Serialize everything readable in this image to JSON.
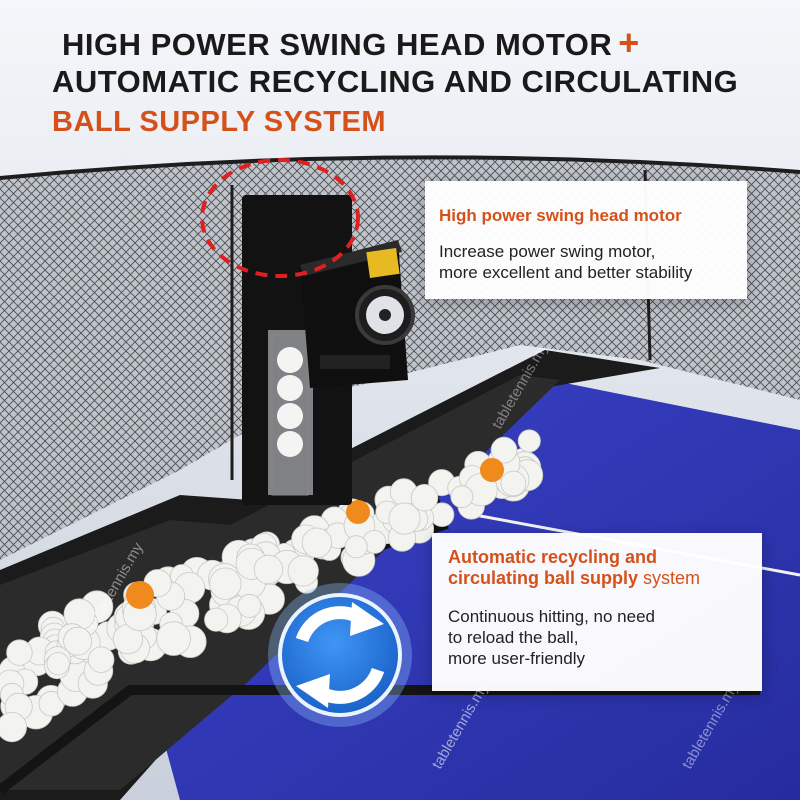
{
  "headline": {
    "line1": "HIGH POWER SWING HEAD MOTOR",
    "line1_symbol": "+",
    "line2": "AUTOMATIC RECYCLING AND CIRCULATING",
    "line3": "BALL SUPPLY SYSTEM"
  },
  "card_motor": {
    "title": "High power swing head motor",
    "body_line1": "Increase power swing motor,",
    "body_line2": "more excellent and better stability"
  },
  "card_recycle": {
    "title_line1": "Automatic recycling and",
    "title_line2_bold": "circulating ball supply",
    "title_line2_rest": " system",
    "body_line1": "Continuous hitting, no need",
    "body_line2": "to reload the ball,",
    "body_line3": "more user-friendly"
  },
  "watermark": "tabletennis.my",
  "colors": {
    "accent": "#d4521a",
    "table_blue": "#2f36b8",
    "net_dark": "#2a2a2a",
    "robot_black": "#141414",
    "ball_white": "#f3f3f0",
    "ball_orange": "#f08a1c",
    "circulation_icon": "#2b7fe6"
  },
  "icons": {
    "circulation": "circular-arrows-icon",
    "highlight": "dashed-circle-icon"
  }
}
